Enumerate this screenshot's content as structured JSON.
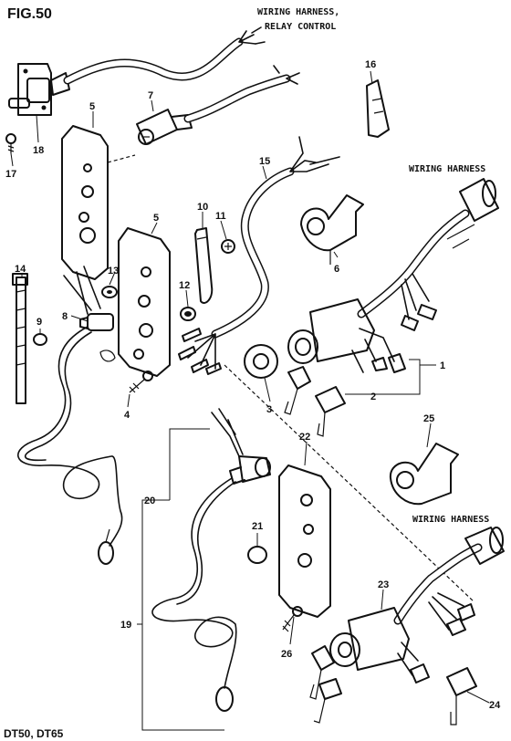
{
  "figure": {
    "title": "FIG.50",
    "models": "DT50, DT65"
  },
  "captions": {
    "relay_line1": "WIRING HARNESS,",
    "relay_line2": "RELAY CONTROL",
    "harness_upper": "WIRING HARNESS",
    "harness_lower": "WIRING HARNESS"
  },
  "callouts": {
    "c1": "1",
    "c2": "2",
    "c3": "3",
    "c4": "4",
    "c5a": "5",
    "c5b": "5",
    "c6": "6",
    "c7": "7",
    "c8": "8",
    "c9": "9",
    "c10": "10",
    "c11": "11",
    "c12": "12",
    "c13": "13",
    "c14": "14",
    "c15": "15",
    "c16": "16",
    "c17": "17",
    "c18": "18",
    "c19": "19",
    "c20": "20",
    "c21": "21",
    "c22": "22",
    "c23": "23",
    "c24": "24",
    "c25": "25",
    "c26": "26"
  }
}
